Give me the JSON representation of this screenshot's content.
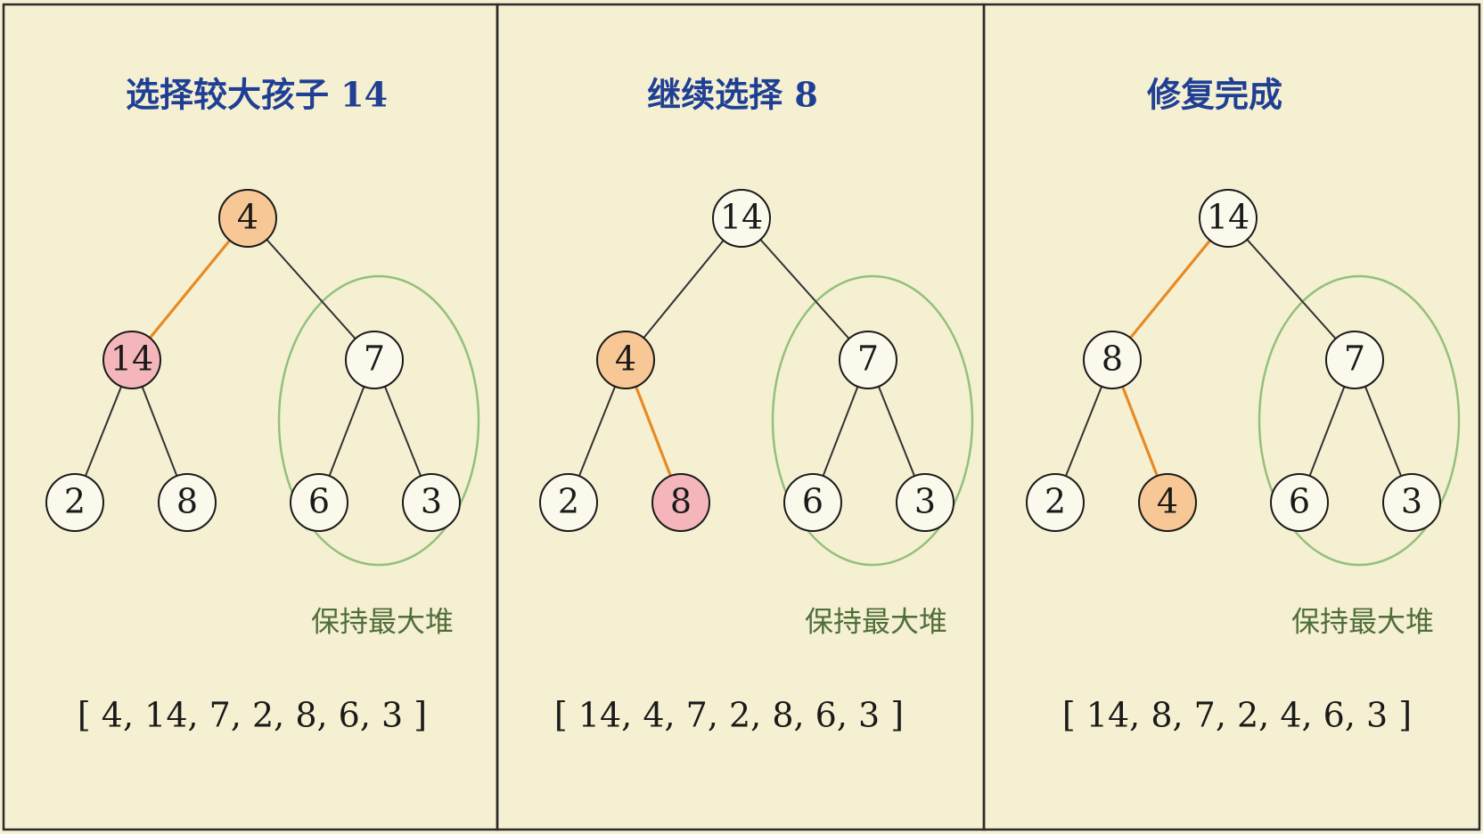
{
  "colors": {
    "background": "#f6f0d2",
    "border": "#2a2a2a",
    "title": "#1f3f94",
    "edge_default": "#333333",
    "edge_highlight": "#e88a24",
    "node_default": "#fbf8ec",
    "node_orange": "#f7c896",
    "node_pink": "#f4b6bb",
    "subtree_ellipse": "#93c07c",
    "annotation": "#4f6e3a"
  },
  "panels": [
    {
      "title": "选择较大孩子 14",
      "nodes": [
        {
          "value": "4",
          "fill": "orange"
        },
        {
          "value": "14",
          "fill": "pink"
        },
        {
          "value": "7",
          "fill": "default"
        },
        {
          "value": "2",
          "fill": "default"
        },
        {
          "value": "8",
          "fill": "default"
        },
        {
          "value": "6",
          "fill": "default"
        },
        {
          "value": "3",
          "fill": "default"
        }
      ],
      "edges": [
        {
          "from": 0,
          "to": 1,
          "highlight": true
        },
        {
          "from": 0,
          "to": 2,
          "highlight": false
        },
        {
          "from": 1,
          "to": 3,
          "highlight": false
        },
        {
          "from": 1,
          "to": 4,
          "highlight": false
        },
        {
          "from": 2,
          "to": 5,
          "highlight": false
        },
        {
          "from": 2,
          "to": 6,
          "highlight": false
        }
      ],
      "annotation": "保持最大堆",
      "array": "[ 4, 14, 7, 2, 8, 6, 3 ]"
    },
    {
      "title": "继续选择 8",
      "nodes": [
        {
          "value": "14",
          "fill": "default"
        },
        {
          "value": "4",
          "fill": "orange"
        },
        {
          "value": "7",
          "fill": "default"
        },
        {
          "value": "2",
          "fill": "default"
        },
        {
          "value": "8",
          "fill": "pink"
        },
        {
          "value": "6",
          "fill": "default"
        },
        {
          "value": "3",
          "fill": "default"
        }
      ],
      "edges": [
        {
          "from": 0,
          "to": 1,
          "highlight": false
        },
        {
          "from": 0,
          "to": 2,
          "highlight": false
        },
        {
          "from": 1,
          "to": 3,
          "highlight": false
        },
        {
          "from": 1,
          "to": 4,
          "highlight": true
        },
        {
          "from": 2,
          "to": 5,
          "highlight": false
        },
        {
          "from": 2,
          "to": 6,
          "highlight": false
        }
      ],
      "annotation": "保持最大堆",
      "array": "[ 14, 4, 7, 2, 8, 6, 3 ]"
    },
    {
      "title": "修复完成",
      "nodes": [
        {
          "value": "14",
          "fill": "default"
        },
        {
          "value": "8",
          "fill": "default"
        },
        {
          "value": "7",
          "fill": "default"
        },
        {
          "value": "2",
          "fill": "default"
        },
        {
          "value": "4",
          "fill": "orange"
        },
        {
          "value": "6",
          "fill": "default"
        },
        {
          "value": "3",
          "fill": "default"
        }
      ],
      "edges": [
        {
          "from": 0,
          "to": 1,
          "highlight": true
        },
        {
          "from": 0,
          "to": 2,
          "highlight": false
        },
        {
          "from": 1,
          "to": 3,
          "highlight": false
        },
        {
          "from": 1,
          "to": 4,
          "highlight": true
        },
        {
          "from": 2,
          "to": 5,
          "highlight": false
        },
        {
          "from": 2,
          "to": 6,
          "highlight": false
        }
      ],
      "annotation": "保持最大堆",
      "array": "[ 14, 8, 7, 2, 4, 6, 3 ]"
    }
  ]
}
